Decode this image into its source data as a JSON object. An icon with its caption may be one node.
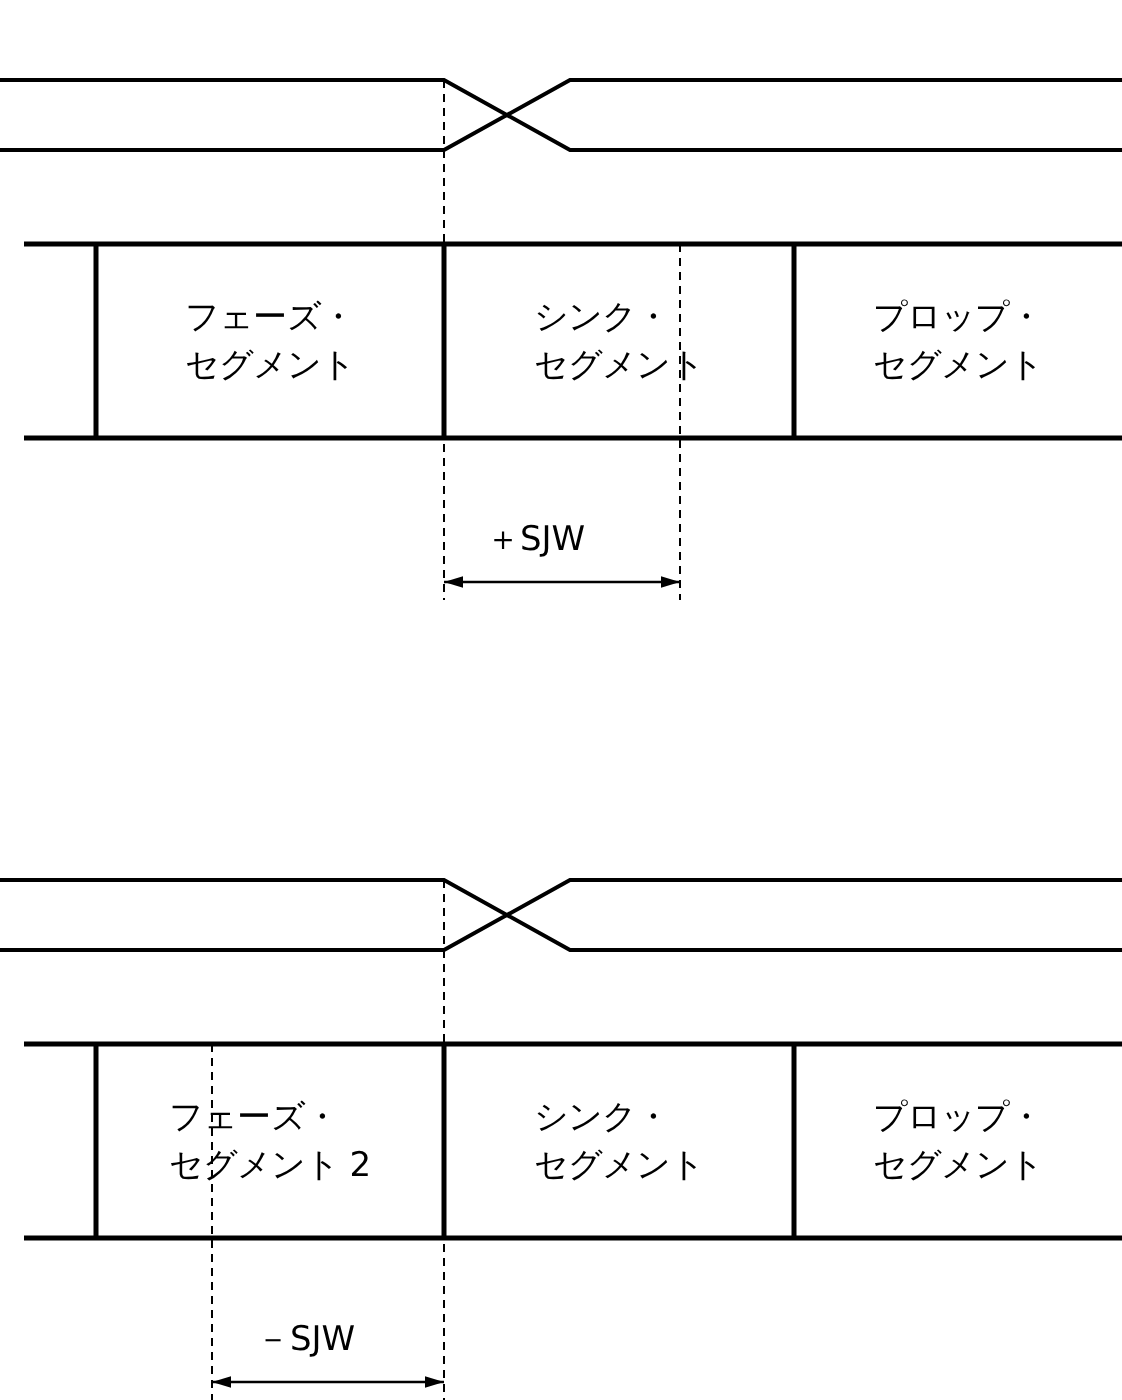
{
  "diagram": {
    "nodes": [
      {
        "text": [
          "フェーズ・セグメント"
        ]
      },
      {
        "text": [
          "シンク・セグメント"
        ]
      },
      {
        "text": [
          "プロップ・セグメント"
        ]
      },
      {
        "text": [
          "フェーズ・セグメント 2"
        ]
      },
      {
        "text": [
          "シンク・セグメント"
        ]
      },
      {
        "text": [
          "プロップ・セグメント"
        ]
      }
    ],
    "labels": [
      "＋SJW",
      "－SJW"
    ]
  }
}
